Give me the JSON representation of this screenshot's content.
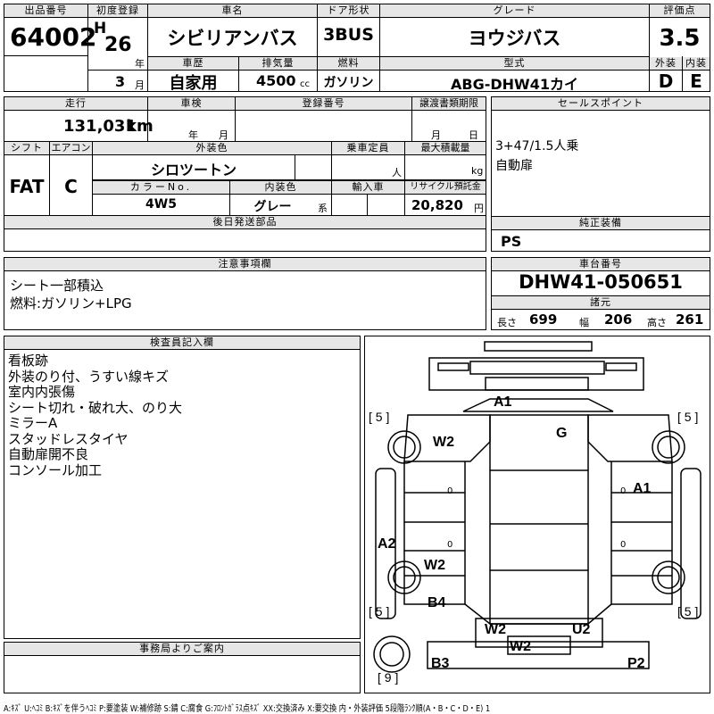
{
  "header": {
    "lot_no_label": "出品番号",
    "lot_no": "64002",
    "reg_label": "初度登録",
    "era": "H",
    "year": "26",
    "year_unit": "年",
    "month": "3",
    "month_unit": "月",
    "car_name_label": "車名",
    "car_name": "シビリアンバス",
    "door_label": "ドア形状",
    "door": "3BUS",
    "grade_label": "グレード",
    "grade": "ヨウジバス",
    "score_label": "評価点",
    "score": "3.5",
    "history_label": "車歴",
    "history": "自家用",
    "displacement_label": "排気量",
    "displacement": "4500",
    "cc": "cc",
    "fuel_label": "燃料",
    "fuel": "ガソリン",
    "model_label": "型式",
    "model": "ABG-DHW41カイ",
    "ext_label": "外装",
    "ext": "D",
    "int_label": "内装",
    "int": "E"
  },
  "row2": {
    "mileage_label": "走行",
    "mileage": "131,031",
    "km": "km",
    "inspection_label": "車検",
    "insp_year": "年",
    "insp_month": "月",
    "regno_label": "登録番号",
    "transfer_label": "譲渡書類期限",
    "tr_month": "月",
    "tr_day": "日",
    "shift_label": "シフト",
    "shift": "FAT",
    "ac_label": "エアコン",
    "ac": "C",
    "color_label": "外装色",
    "color": "シロツートン",
    "capacity_label": "乗車定員",
    "capacity_unit": "人",
    "maxload_label": "最大積載量",
    "maxload_unit": "kg",
    "colorno_label": "カラーNo.",
    "colorno": "4W5",
    "intcolor_label": "内装色",
    "intcolor": "グレー",
    "intcolor_suffix": "系",
    "import_label": "輸入車",
    "recycle_label": "リサイクル預託金",
    "recycle": "20,820",
    "yen": "円",
    "later_label": "後日発送部品"
  },
  "sales": {
    "label": "セールスポイント",
    "lines": [
      "3+47/1.5人乗",
      "自動扉"
    ],
    "genuine_label": "純正装備",
    "genuine": "PS"
  },
  "notes": {
    "label": "注意事項欄",
    "lines": [
      "シート一部積込",
      "燃料:ガソリン+LPG"
    ]
  },
  "chassis": {
    "label": "車台番号",
    "number": "DHW41-050651",
    "spec_label": "諸元",
    "length_label": "長さ",
    "length": "699",
    "width_label": "幅",
    "width": "206",
    "height_label": "高さ",
    "height": "261"
  },
  "inspector": {
    "label": "検査員記入欄",
    "lines": [
      "看板跡",
      "外装のり付、うすい線キズ",
      "室内内張傷",
      "シート切れ・破れ大、のり大",
      "ミラーA",
      "スタッドレスタイヤ",
      "自動扉開不良",
      "コンソール加工"
    ]
  },
  "office": {
    "label": "事務局よりご案内"
  },
  "diagram": {
    "A1_top": "A1",
    "G": "G",
    "W2_left": "W2",
    "A1_right": "A1",
    "A2": "A2",
    "W2_rear": "W2",
    "B4": "B4",
    "W2_b1": "W2",
    "U2": "U2",
    "W2_b2": "W2",
    "B3": "B3",
    "P2": "P2",
    "tire_fl": "5",
    "tire_fr": "5",
    "tire_rl": "5",
    "tire_rr": "5",
    "tire_spare": "9",
    "zero1": "0",
    "zero2": "0",
    "zero3": "0",
    "zero4": "0"
  },
  "footer": {
    "legend": "A:ｷｽﾞ U:ﾍｺﾐ B:ｷｽﾞを伴うﾍｺﾐ P:要塗装 W:補修跡 S:錆 C:腐食 G:ﾌﾛﾝﾄｶﾞﾗｽ点ｷｽﾞ XX:交換済み X:要交換  内・外装評価 5段階ﾗﾝｸ順(A・B・C・D・E) 1"
  }
}
